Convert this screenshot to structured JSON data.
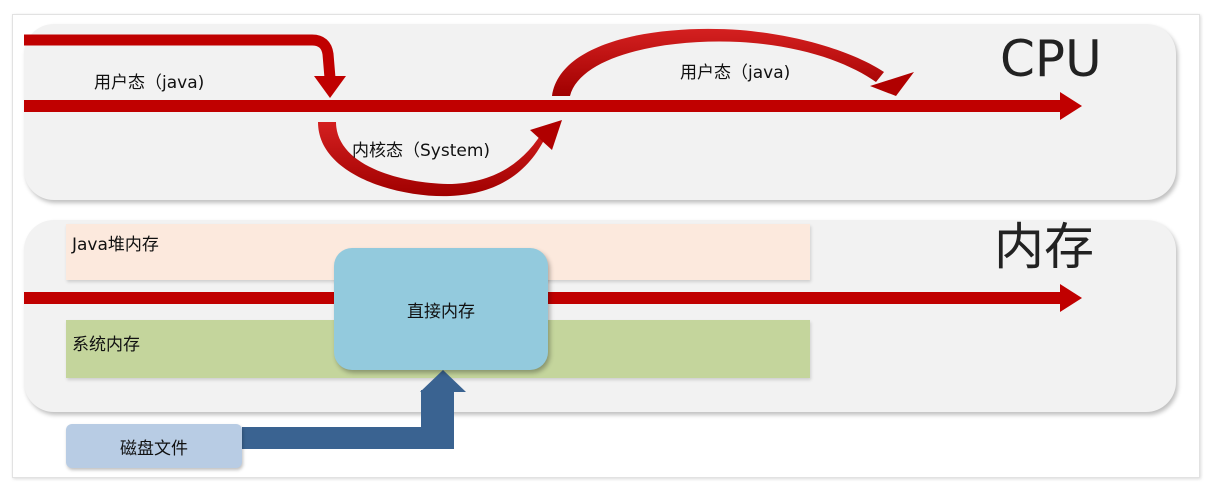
{
  "cpu": {
    "title": "CPU",
    "user_mode_label_1": "用户态（java)",
    "kernel_mode_label": "内核态（System)",
    "user_mode_label_2": "用户态（java)"
  },
  "memory": {
    "title": "内存",
    "java_heap_label": "Java堆内存",
    "system_memory_label": "系统内存",
    "direct_memory_label": "直接内存"
  },
  "disk": {
    "label": "磁盘文件"
  },
  "colors": {
    "arrow_red": "#c00000",
    "arrow_blue": "#3a6391",
    "panel_bg": "#f2f2f2",
    "java_heap": "#fce9dd",
    "system_memory": "#c4d59c",
    "direct_memory": "#93cadd",
    "disk_file": "#b8cce4"
  }
}
